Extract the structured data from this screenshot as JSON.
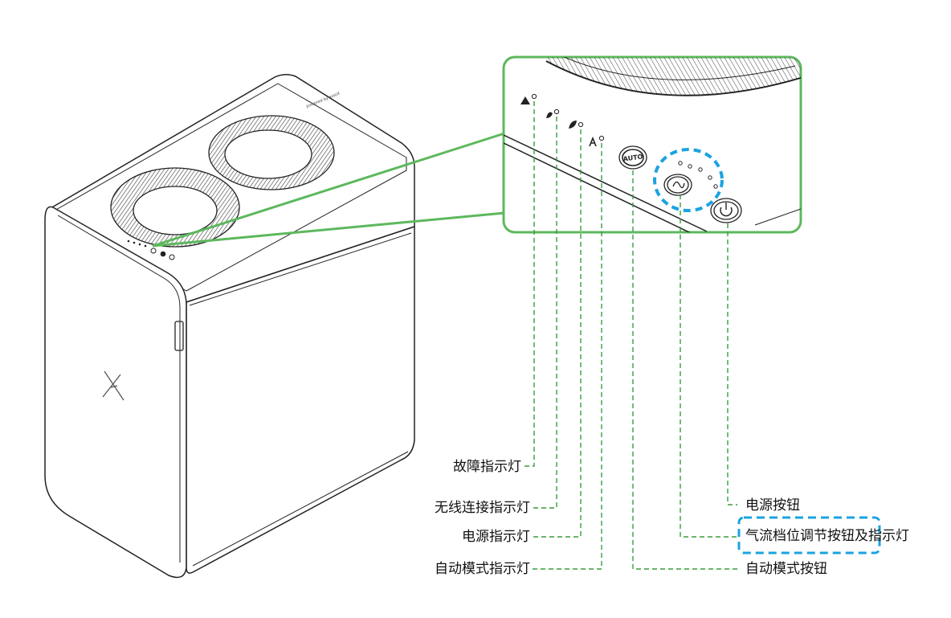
{
  "labels": {
    "fault_indicator": "故障指示灯",
    "wifi_indicator": "无线连接指示灯",
    "power_indicator": "电源指示灯",
    "auto_indicator": "自动模式指示灯",
    "power_button": "电源按钮",
    "airflow_button_part1": "气流档位调节按钮",
    "airflow_button_part2": "及指示灯",
    "auto_button": "自动模式按钮"
  },
  "device": {
    "logo": "X",
    "top_brand_text": "powered by xiaoX",
    "auto_button_text": "AUTO"
  },
  "colors": {
    "leader_line": "#3a9c3a",
    "callout_border": "#5db85d",
    "highlight": "#1ba3e0",
    "outline": "#222222"
  },
  "icons": [
    "warning-icon",
    "wifi-icon",
    "leaf-icon",
    "auto-letter-icon",
    "fan-icon",
    "power-icon"
  ]
}
